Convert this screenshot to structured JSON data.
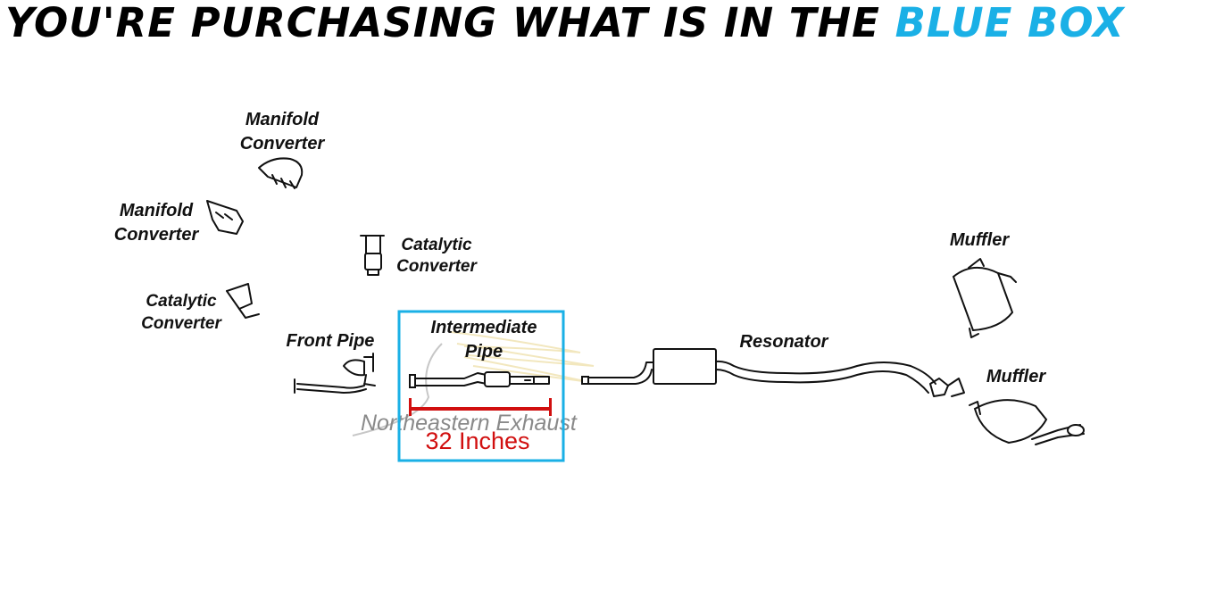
{
  "headline": {
    "prefix": "YOU'RE PURCHASING WHAT IS IN THE",
    "highlight": "BLUE BOX",
    "highlight_color": "#1ab0e6"
  },
  "labels": {
    "manifold_converter_1": [
      "Manifold",
      "Converter"
    ],
    "manifold_converter_2": [
      "Manifold",
      "Converter"
    ],
    "catalytic_converter_1": [
      "Catalytic",
      "Converter"
    ],
    "catalytic_converter_2": [
      "Catalytic",
      "Converter"
    ],
    "front_pipe": "Front Pipe",
    "intermediate_pipe": [
      "Intermediate",
      "Pipe"
    ],
    "resonator": "Resonator",
    "muffler_1": "Muffler",
    "muffler_2": "Muffler"
  },
  "selection_box": {
    "color": "#1ab0e6",
    "measurement": "32 Inches",
    "measurement_color": "#d10f0f"
  },
  "watermark": "Northeastern Exhaust"
}
